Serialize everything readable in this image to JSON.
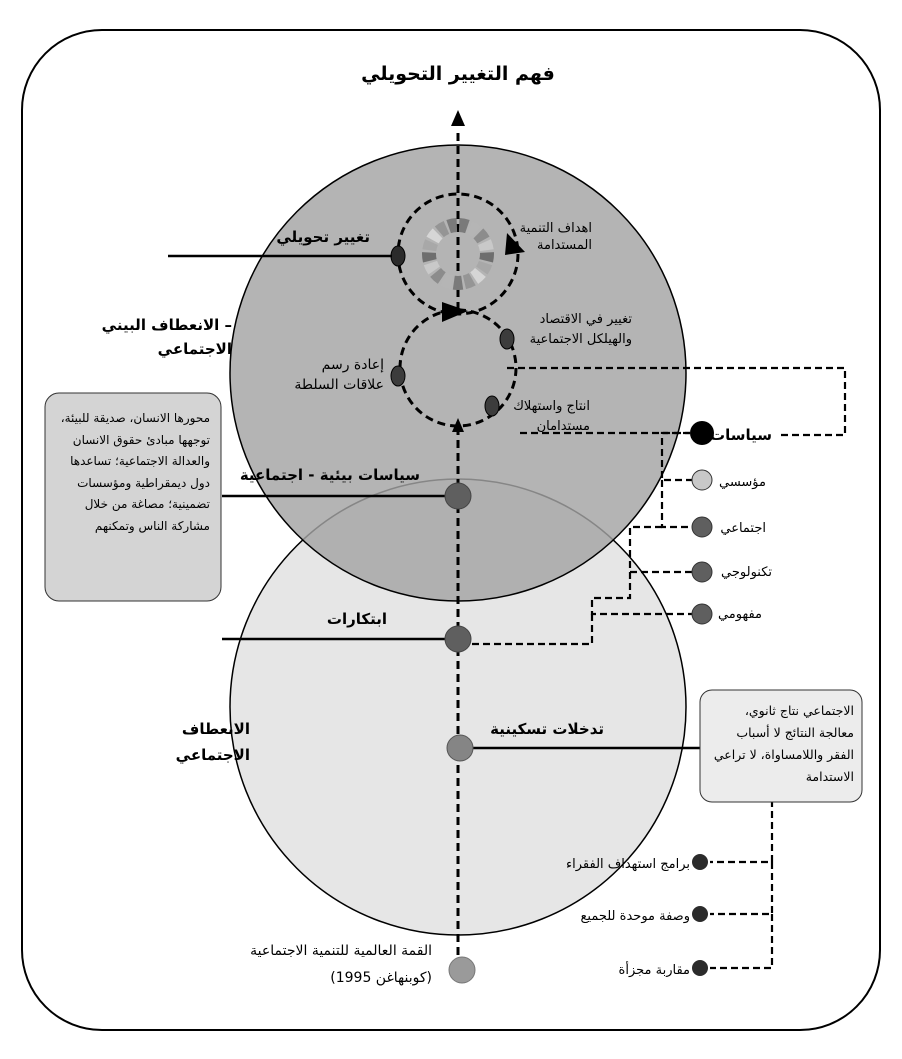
{
  "title": "فهم التغيير التحويلي",
  "zones": {
    "transform_zone": "الانعطاف البيني –\nالاجتماعي",
    "social_zone": "الانعطاف\nالاجتماعي"
  },
  "stages": {
    "transformational_change": "تغيير تحويلي",
    "eco_social_policies": "سياسات بيئية - اجتماعية",
    "innovations": "ابتكارات",
    "palliative_interventions": "تدخلات تسكينية"
  },
  "cycle_labels": {
    "sdgs": "اهداف التنمية\nالمستدامة",
    "economy_change": "تغيير في الاقتصاد\nوالهيلكل الاجتماعية",
    "power_relations": "إعادة رسم\nعلاقات السلطة",
    "sustainable_production": "انتاج واستهلاك\nمستدامان"
  },
  "innovation_types": {
    "policies": "سياسات",
    "institutional": "مؤسسي",
    "social": "اجتماعي",
    "technological": "تكنولوجي",
    "conceptual": "مفهومي"
  },
  "left_box": "محورها الانسان، صديقة للبيئة، توجهها مبادئ حقوق الانسان والعدالة الاجتماعية؛ تساعدها دول ديمقراطية ومؤسسات تضمينية؛ مصاغة من خلال مشاركة الناس وتمكنهم",
  "right_box": "الاجتماعي نتاج ثانوي، معالجة النتائج لا أسباب الفقر واللامساواة، لا تراعي الاستدامة",
  "approaches": {
    "poverty_targeting": "برامج استهداف الفقراء",
    "one_size": "وصفة موحدة للجميع",
    "fragmented": "مقاربة مجزأة"
  },
  "origin": {
    "line1": "القمة العالمية للتنمية الاجتماعية",
    "line2": "(كوبنهاغن 1995)"
  },
  "colors": {
    "upper_circle": "#a3a3a3",
    "lower_circle": "#e6e6e6",
    "box_fill": "#d4d4d4",
    "node_dark": "#5f5f5f",
    "node_light": "#9a9a9a"
  }
}
